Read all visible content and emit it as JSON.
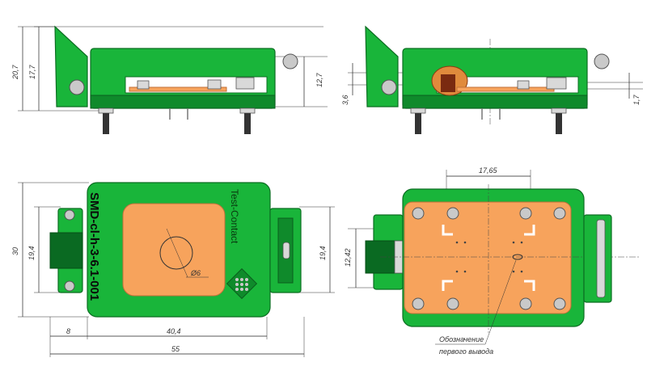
{
  "views": {
    "side_left": {
      "dim_height_outer": "20,7",
      "dim_height_inner": "17,7",
      "dim_height_right": "12,7"
    },
    "side_right": {
      "dim_left": "3,6",
      "dim_right": "1,7"
    },
    "top_left": {
      "label_model": "SMD-cl-h-3-6.1-001",
      "label_brand": "Test-Contact",
      "dim_height": "30",
      "dim_inner_left": "19,4",
      "dim_inner_right": "19,4",
      "dim_diameter": "Ø6",
      "dim_8": "8",
      "dim_40_4": "40,4",
      "dim_55": "55"
    },
    "top_right": {
      "dim_top": "17,65",
      "dim_left": "12,42",
      "note_line1": "Обозначение",
      "note_line2": "первого вывода"
    }
  },
  "colors": {
    "body": "#19b53a",
    "pad": "#f7a35c",
    "screw": "#c9c9c9"
  }
}
